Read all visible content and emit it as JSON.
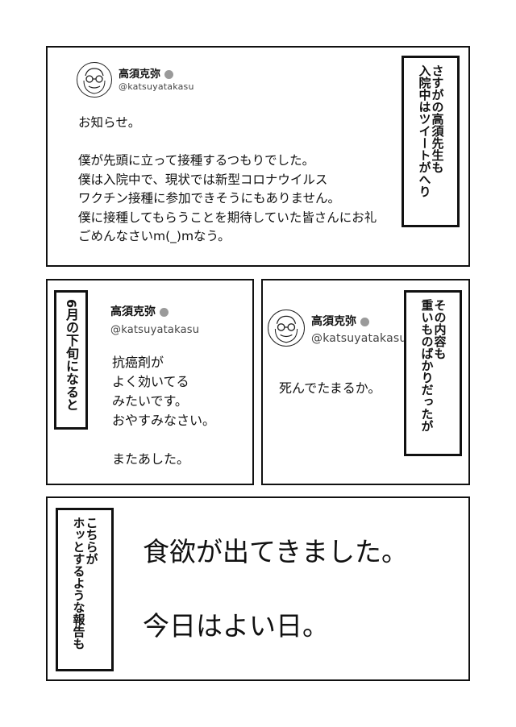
{
  "panel1": {
    "caption": [
      "さすがの高須先生も",
      "入院中はツイートがへり"
    ],
    "tweet": {
      "name": "高須克弥",
      "handle": "@katsuyatakasu",
      "lines": [
        "お知らせ。",
        "",
        "僕が先頭に立って接種するつもりでした。",
        "僕は入院中で、現状では新型コロナウイルス",
        "ワクチン接種に参加できそうにもありません。",
        "僕に接種してもらうことを期待していた皆さんにお礼",
        "ごめんなさいm(_)mなう。"
      ]
    }
  },
  "panel2": {
    "caption": [
      "6月の下旬になると"
    ],
    "tweet": {
      "name": "高須克弥",
      "handle": "@katsuyatakasu",
      "lines": [
        "抗癌剤が",
        "よく効いてる",
        "みたいです。",
        "おやすみなさい。",
        "",
        "またあした。"
      ]
    }
  },
  "panel3": {
    "caption": [
      "その内容も",
      "重いものばかりだったが"
    ],
    "tweet": {
      "name": "高須克弥",
      "handle": "@katsuyatakasu",
      "lines": [
        "死んでたまるか。"
      ]
    }
  },
  "panel4": {
    "caption": [
      "こちらが",
      "ホッとするような報告も"
    ],
    "lines": [
      "食欲が出てきました。",
      "今日はよい日。"
    ]
  }
}
